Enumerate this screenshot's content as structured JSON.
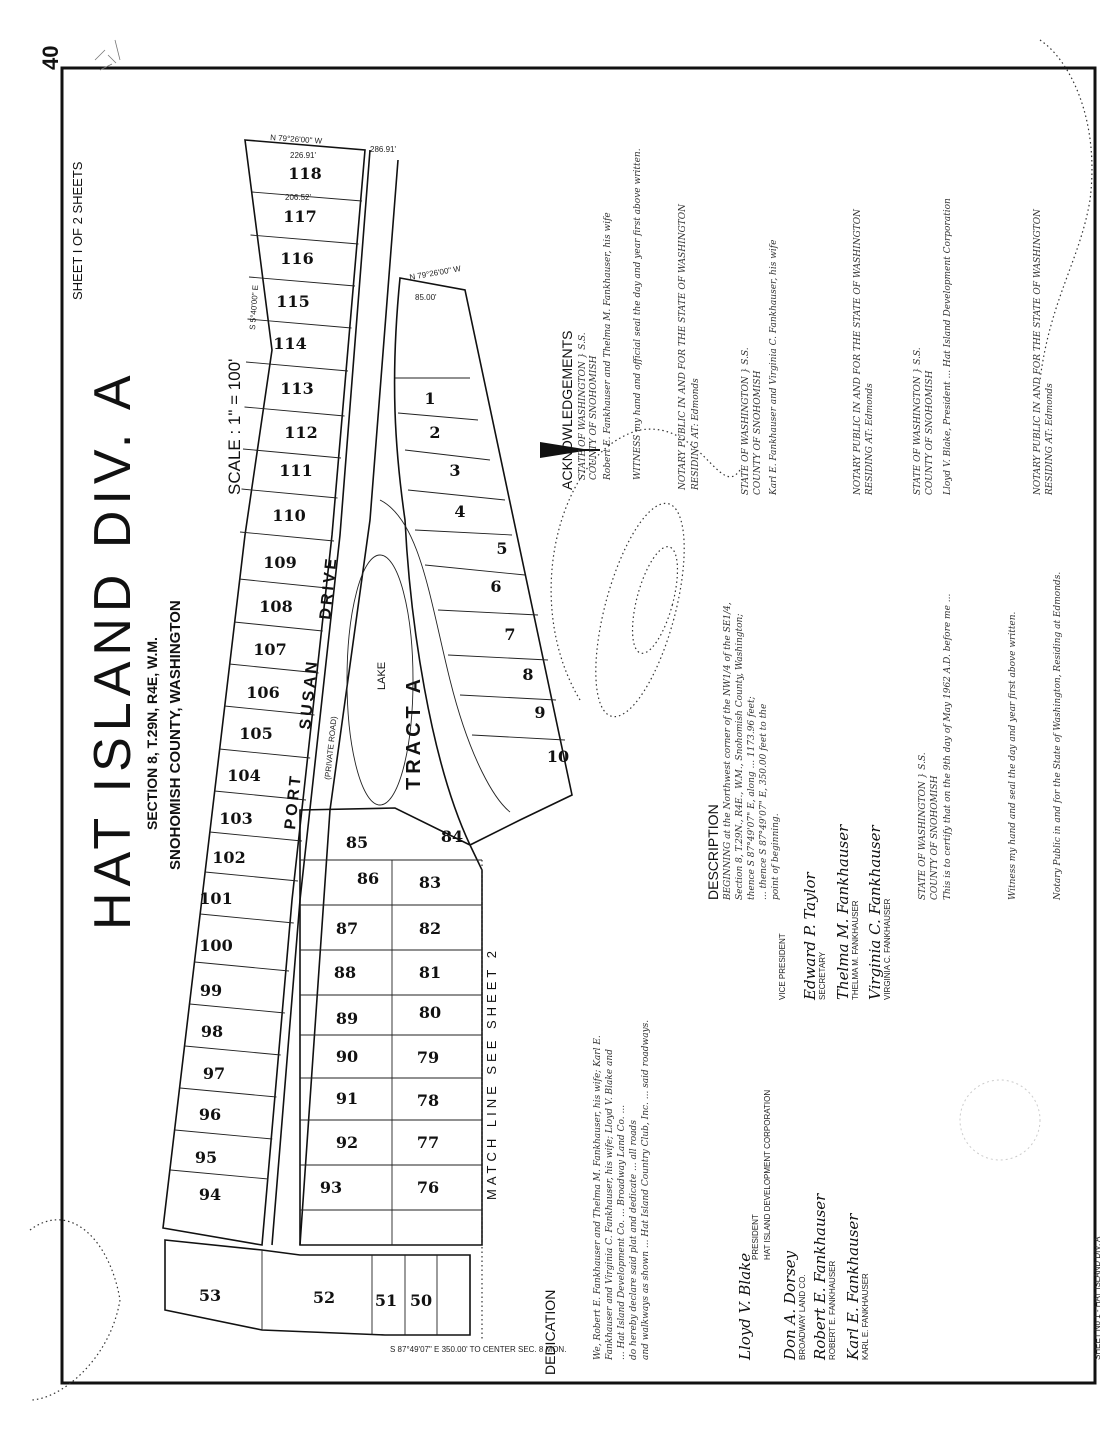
{
  "page_number": "40",
  "sheet_label": "SHEET I OF 2 SHEETS",
  "title": "HAT ISLAND DIV. A",
  "subtitle_1": "SECTION 8, T.29N, R4E, W.M.",
  "subtitle_2": "SNOHOMISH COUNTY, WASHINGTON",
  "scale": "SCALE : 1\" = 100'",
  "road_name": [
    "PORT",
    "SUSAN",
    "DRIVE"
  ],
  "road_note": "(PRIVATE ROAD)",
  "tract": "TRACT A",
  "lake": "LAKE",
  "match_line": "MATCH LINE SEE SHEET 2",
  "bottom_bearing": "S 87°49'07\" E  350.00' TO CENTER SEC. 8 MON.",
  "footer_sheet": "SHEET No 1 - HAT ISLAND DIV. A",
  "lots": [
    "118",
    "117",
    "116",
    "115",
    "114",
    "113",
    "112",
    "111",
    "110",
    "109",
    "108",
    "107",
    "106",
    "105",
    "104",
    "103",
    "102",
    "101",
    "100",
    "99",
    "98",
    "97",
    "96",
    "95",
    "94",
    "53",
    "52",
    "51",
    "50",
    "93",
    "92",
    "91",
    "90",
    "89",
    "88",
    "87",
    "86",
    "85",
    "84",
    "83",
    "82",
    "81",
    "80",
    "79",
    "78",
    "77",
    "76",
    "1",
    "2",
    "3",
    "4",
    "5",
    "6",
    "7",
    "8",
    "9",
    "10"
  ],
  "bearings": {
    "top": "N 79°26'00\" W",
    "top_len": "226.91'",
    "lot117_len": "206.52'",
    "west": "S 5°40'00\" E",
    "east_total": "286.91'",
    "lot1_bearing": "N 79°26'00\" W",
    "lot1_len": "85.00'"
  },
  "sections": {
    "acknowledgements": {
      "heading": "ACKNOWLEDGEMENTS",
      "lines": [
        "STATE OF WASHINGTON  } S.S.",
        "COUNTY OF SNOHOMISH",
        "Robert E. Fankhauser and Thelma M. Fankhauser, his wife",
        "WITNESS my hand and official seal the day and year first above written.",
        "NOTARY PUBLIC IN AND FOR THE STATE OF WASHINGTON",
        "RESIDING AT: Edmonds"
      ]
    },
    "acknowledgement_2": [
      "STATE OF WASHINGTON  } S.S.",
      "COUNTY OF SNOHOMISH",
      "Karl E. Fankhauser and Virginia C. Fankhauser, his wife",
      "NOTARY PUBLIC IN AND FOR THE STATE OF WASHINGTON",
      "RESIDING AT: Edmonds"
    ],
    "acknowledgement_3": [
      "STATE OF WASHINGTON  } S.S.",
      "COUNTY OF SNOHOMISH",
      "Lloyd V. Blake, President ... Hat Island Development Corporation",
      "NOTARY PUBLIC IN AND FOR THE STATE OF WASHINGTON",
      "RESIDING AT: Edmonds"
    ],
    "description": {
      "heading": "DESCRIPTION",
      "lines": [
        "BEGINNING at the Northwest corner of the NW1/4 of the SE1/4,",
        "Section 8, T.29N., R4E., W.M., Snohomish County, Washington;",
        "thence S 87°49'07\" E, along ... 1173.96 feet;",
        "... thence S 87°49'07\" E, 350.00 feet to the",
        "point of beginning."
      ]
    },
    "notary_4": [
      "STATE OF WASHINGTON } S.S.",
      "COUNTY OF SNOHOMISH",
      "This is to certify that on the 9th day of May 1962 A.D. before me ...",
      "Witness my hand and seal the day and year first above written.",
      "Notary Public in and for the State of Washington, Residing at Edmonds."
    ],
    "dedication": {
      "heading": "DEDICATION",
      "lines": [
        "We, Robert E. Fankhauser and Thelma M. Fankhauser, his wife; Karl E.",
        "Fankhauser and Virginia C. Fankhauser, his wife; Lloyd V. Blake and",
        "... Hat Island Development Co. ... Broadway Land Co. ...",
        "do hereby declare said plat and dedicate ... all roads",
        "and walkways as shown ... Hat Island Country Club, Inc. ... said roadways."
      ]
    }
  },
  "signatories": {
    "corporation": "HAT ISLAND DEVELOPMENT CORPORATION",
    "president": "PRESIDENT",
    "vice_president": "VICE PRESIDENT",
    "secretary": "SECRETARY",
    "broadway": "BROADWAY LAND CO.",
    "names": [
      "ROBERT E. FANKHAUSER",
      "KARL E. FANKHAUSER",
      "THELMA M. FANKHAUSER",
      "VIRGINIA C. FANKHAUSER"
    ],
    "signatures": [
      "Lloyd V. Blake",
      "Don A. Dorsey",
      "Robert E. Fankhauser",
      "Karl E. Fankhauser",
      "Edward P. Taylor",
      "Thelma M. Fankhauser",
      "Virginia C. Fankhauser"
    ]
  }
}
